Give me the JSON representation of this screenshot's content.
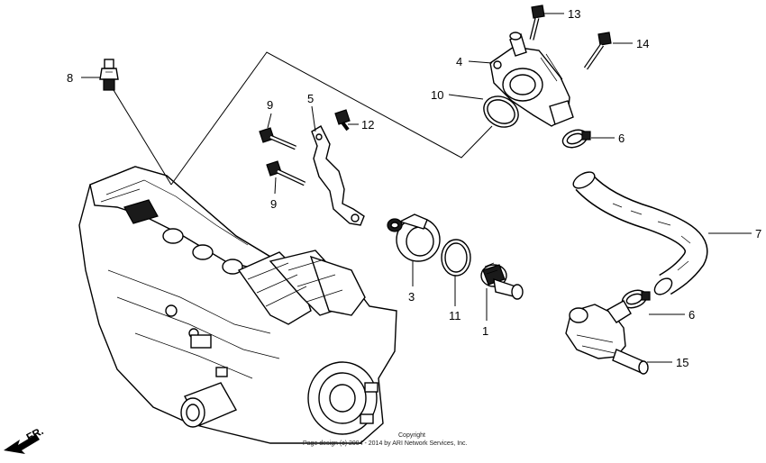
{
  "callouts": {
    "p1": "1",
    "p3": "3",
    "p4": "4",
    "p5": "5",
    "p6a": "6",
    "p6b": "6",
    "p7": "7",
    "p8": "8",
    "p9a": "9",
    "p9b": "9",
    "p10": "10",
    "p11": "11",
    "p12": "12",
    "p13": "13",
    "p14": "14",
    "p15": "15"
  },
  "direction": {
    "label": "FR."
  },
  "copyright": {
    "line1": "Copyright",
    "line2": "Page design (c) 2004 - 2014 by ARI Network Services, Inc."
  }
}
